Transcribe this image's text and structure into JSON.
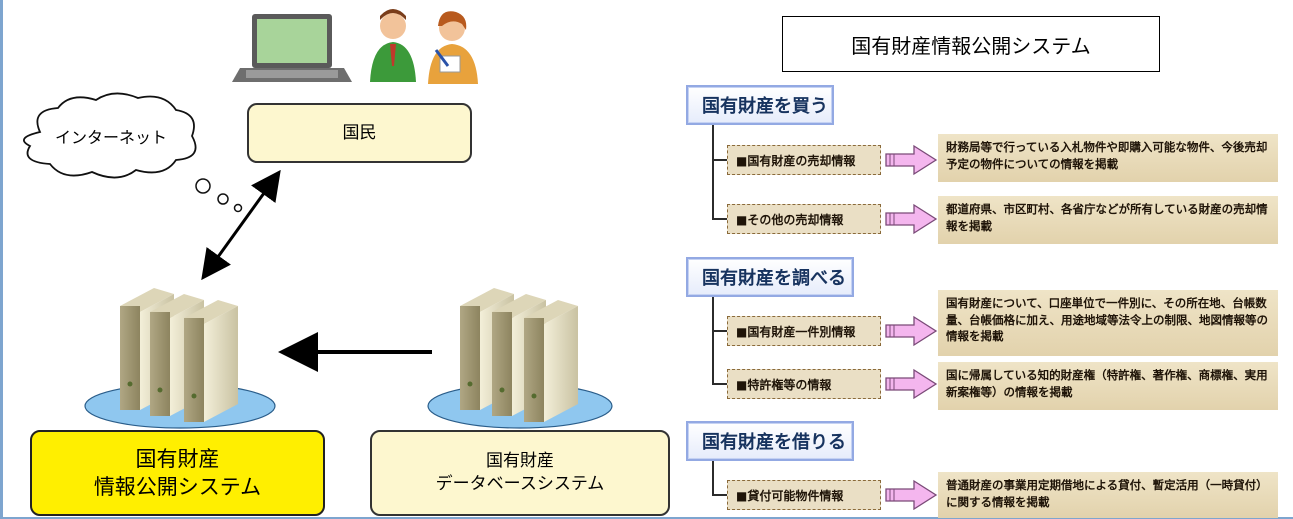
{
  "left_diagram": {
    "internet_label": "インターネット",
    "people_label": "国民",
    "disclosure_system_line1": "国有財産",
    "disclosure_system_line2": "情報公開システム",
    "database_system_line1": "国有財産",
    "database_system_line2": "データベースシステム"
  },
  "right_panel": {
    "title": "国有財産情報公開システム",
    "categories": [
      {
        "label": "国有財産を買う",
        "items": [
          {
            "label": "■国有財産の売却情報",
            "desc": "財務局等で行っている入札物件や即購入可能な物件、今後売却予定の物件についての情報を掲載"
          },
          {
            "label": "■その他の売却情報",
            "desc": "都道府県、市区町村、各省庁などが所有している財産の売却情報を掲載"
          }
        ]
      },
      {
        "label": "国有財産を調べる",
        "items": [
          {
            "label": "■国有財産一件別情報",
            "desc": "国有財産について、口座単位で一件別に、その所在地、台帳数量、台帳価格に加え、用途地域等法令上の制限、地図情報等の情報を掲載"
          },
          {
            "label": "■特許権等の情報",
            "desc": "国に帰属している知的財産権（特許権、著作権、商標権、実用新案権等）の情報を掲載"
          }
        ]
      },
      {
        "label": "国有財産を借りる",
        "items": [
          {
            "label": "■貸付可能物件情報",
            "desc": "普通財産の事業用定期借地による貸付、暫定活用（一時貸付）に関する情報を掲載"
          }
        ]
      }
    ]
  },
  "colors": {
    "people_box": "#fdf7cf",
    "disclosure_box": "#ffef00",
    "database_box": "#fdf7cf",
    "category_border": "#93a9e3",
    "item_fill": "#eadfc5",
    "arrow_fill": "#f4b6ee"
  }
}
